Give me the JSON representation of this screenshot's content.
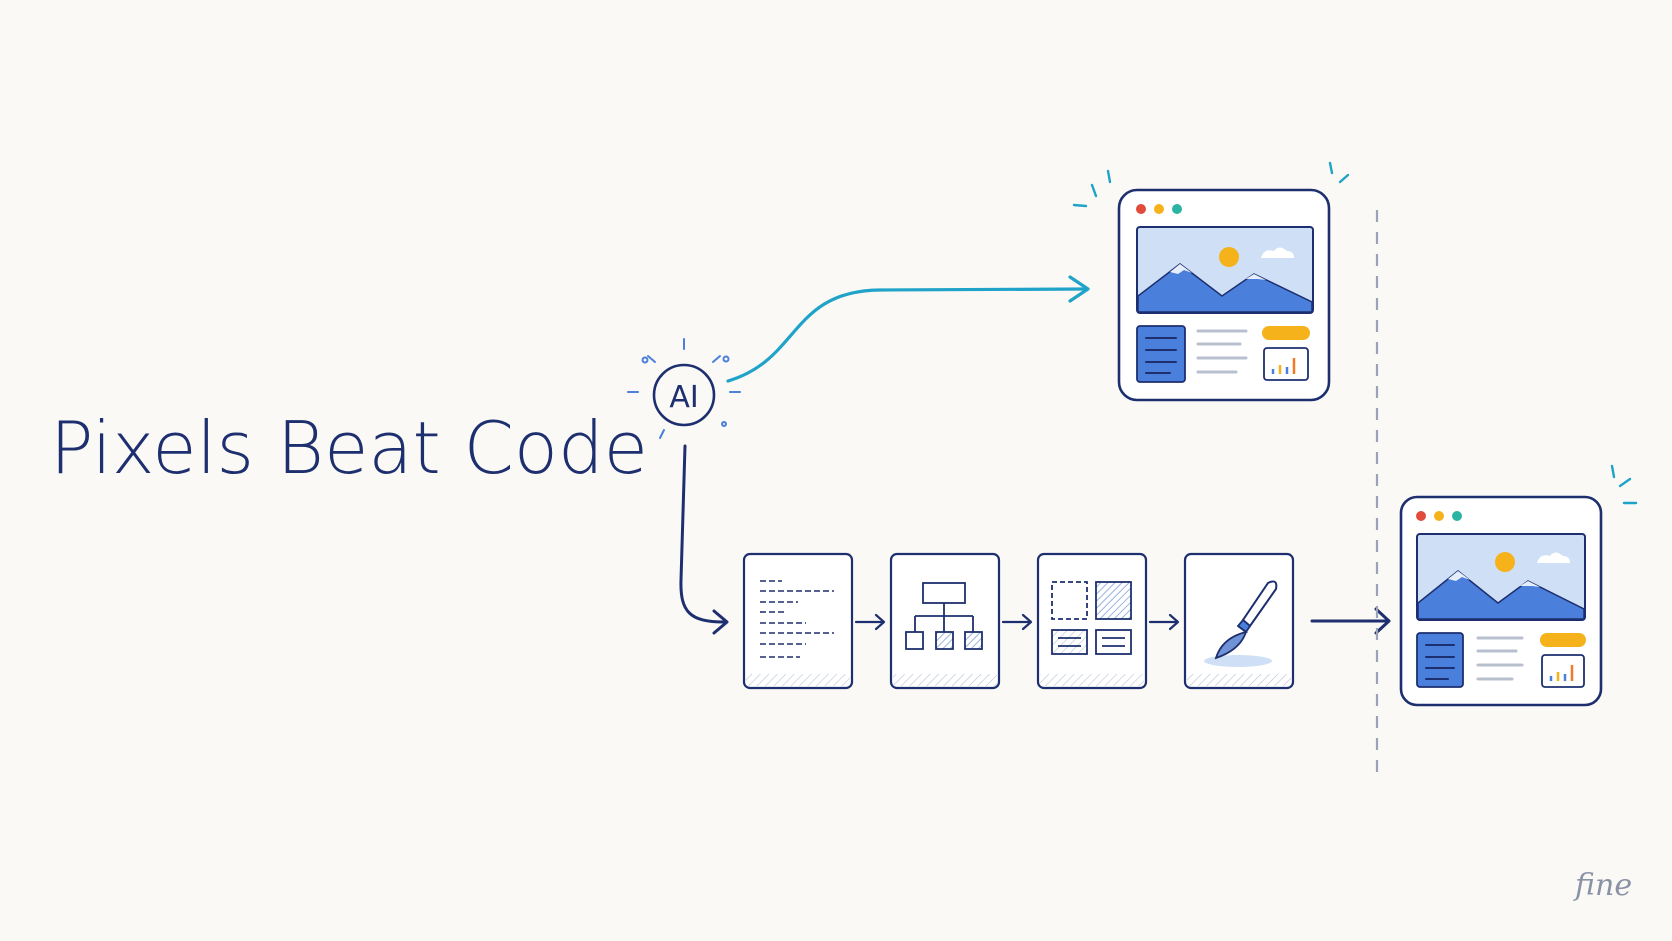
{
  "title": "Pixels Beat Code",
  "ai_node": {
    "label": "AI"
  },
  "brand": "fine",
  "pipeline_steps": [
    {
      "name": "text-spec-card",
      "icon": "document-lines-icon"
    },
    {
      "name": "structure-card",
      "icon": "tree-hierarchy-icon"
    },
    {
      "name": "layout-card",
      "icon": "layout-blocks-icon"
    },
    {
      "name": "style-card",
      "icon": "paint-brush-icon"
    }
  ],
  "colors": {
    "background": "#faf9f5",
    "ink": "#1d2f6f",
    "accent_teal": "#1fa3c8",
    "image_blue": "#4a7fdc",
    "sky_blue": "#cfe0f6",
    "sun": "#f5b21b",
    "dot_red": "#e04b3c",
    "dot_yellow": "#f5b21b",
    "dot_green": "#2bb3a4",
    "divider": "#9aa3b8"
  }
}
